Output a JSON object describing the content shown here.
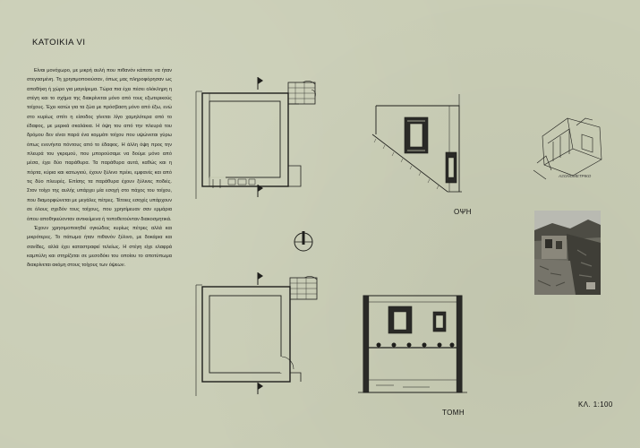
{
  "title": "ΚΑΤΟΙΚΙΑ VI",
  "paragraphs": [
    "Είναι μονόχωρο, με μικρή αυλή που πιθανόν κάποτε να ήταν στεγασμένη. Τη χρησιμοποιούσαν, όπως μας πληροφόρησαν ως αποθήκη ή χώρο για μαγείρεμα. Τώρα πια έχει πέσει ολόκληρη η στέγη και το σχήμα της διακρίνεται μόνο από τους εξωτερικούς τοίχους. Έχει κατώι για τα ζώα με πρόσβαση μόνο από έξω, ενώ στο κυρίως σπίτι η είσοδος γίνεται λίγο χαμηλότερα από το έδαφος, με μερικά σκαλάκια. Η όψη του από την πλευρά του δρόμου δεν είναι παρά ένα κομμάτι τοίχου που υψώνεται γύρω όπως ενενήντα πόντους από το έδαφος. Η άλλη όψη προς την πλευρά του γκρεμού, που μπορούσαμε να δούμε μόνο από μέσα, έχει δύο παράθυρα. Τα παράθυρα αυτά, καθώς και η πόρτα, κύρια και κατωγιού, έχουν ξύλινο πρέκι, εμφανές και από τις δύο πλευρές. Επίσης τα παράθυρα έχουν ξύλινες ποδιές. Στον τοίχο της αυλής υπάρχει μία εσοχή στο πάχος του τοίχου, που διαμορφώνεται με μεγάλες πέτρες. Τέτοιες εσοχές υπάρχουν σε όλους σχεδόν τους τοίχους, που χρησίμευαν σαν ερμάρια όπου αποθηκεύονταν αντικείμενα ή τοποθετούνταν διακοσμητικά.",
    "Έχουν χρησιμοποιηθεί ογκώδεις κυρίως πέτρες αλλά και μικρότερες. Το πάτωμα ήταν πιθανόν ξύλινο, με δοκάρια και σανίδες, αλλά έχει καταστραφεί τελείως. Η στέγη είχε ελαφρά καμπύλη και στηρίζεται σε μεσοδόκι του οποίου το αποτύπωμα διακρίνεται ακόμη στους τοίχους των όψεων."
  ],
  "labels": {
    "elevation": "ΟΨΗ",
    "section": "ΤΟΜΗ",
    "scale": "ΚΛ. 1:100",
    "axonometric": "ΑΞΟΝΟΜΕΤΡΙΚΟ"
  },
  "colors": {
    "background": "#c9cdb5",
    "ink": "#1d1d1a"
  }
}
